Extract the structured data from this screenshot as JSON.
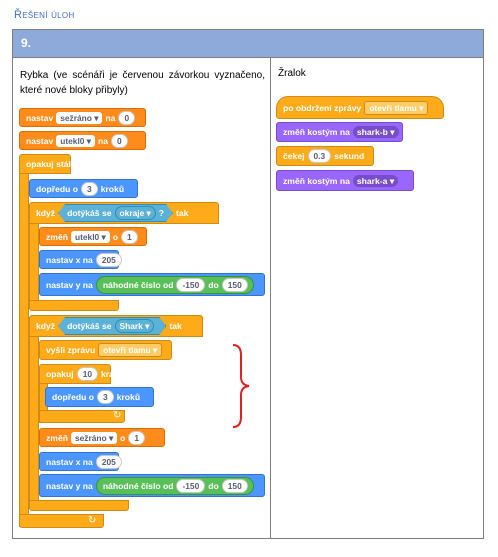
{
  "header": "Řešení úloh",
  "task_number": "9.",
  "left_text": "Rybka (ve scénáři je červenou závorkou vyznačeno, které nové bloky přibyly)",
  "right_title": "Žralok",
  "fish": {
    "set1": {
      "label": "nastav",
      "var": "sežráno",
      "word": "na",
      "value": "0"
    },
    "set2": {
      "label": "nastav",
      "var": "utekl0",
      "word": "na",
      "value": "0"
    },
    "forever": "opakuj stále",
    "move1": {
      "label": "dopředu o",
      "value": "3",
      "unit": "kroků"
    },
    "if1": {
      "label": "když",
      "cond": "dotýkáš se",
      "target": "okraje",
      "q": "?",
      "then": "tak"
    },
    "change1": {
      "label": "změň",
      "var": "utekl0",
      "word": "o",
      "value": "1"
    },
    "setx1": {
      "label": "nastav x na",
      "value": "205"
    },
    "sety1": {
      "label": "nastav y na",
      "op": "náhodné číslo od",
      "from": "-150",
      "to_word": "do",
      "to": "150"
    },
    "if2": {
      "label": "když",
      "cond": "dotýkáš se",
      "target": "Shark",
      "then": "tak"
    },
    "broadcast": {
      "label": "vyšli zprávu",
      "msg": "otevři tlamu"
    },
    "repeat": {
      "label": "opakuj",
      "value": "10",
      "unit": "krát"
    },
    "move2": {
      "label": "dopředu o",
      "value": "3",
      "unit": "kroků"
    },
    "change2": {
      "label": "změň",
      "var": "sežráno",
      "word": "o",
      "value": "1"
    },
    "setx2": {
      "label": "nastav x na",
      "value": "205"
    },
    "sety2": {
      "label": "nastav y na",
      "op": "náhodné číslo od",
      "from": "-150",
      "to_word": "do",
      "to": "150"
    }
  },
  "shark": {
    "hat": {
      "label": "po obdržení zprávy",
      "msg": "otevři tlamu"
    },
    "costume1": {
      "label": "změň kostým na",
      "value": "shark-b"
    },
    "wait": {
      "label": "čekej",
      "value": "0.3",
      "unit": "sekund"
    },
    "costume2": {
      "label": "změň kostým na",
      "value": "shark-a"
    }
  },
  "colors": {
    "brace": "#e02020",
    "title_bar": "#8eaadb",
    "header": "#4472c4"
  }
}
